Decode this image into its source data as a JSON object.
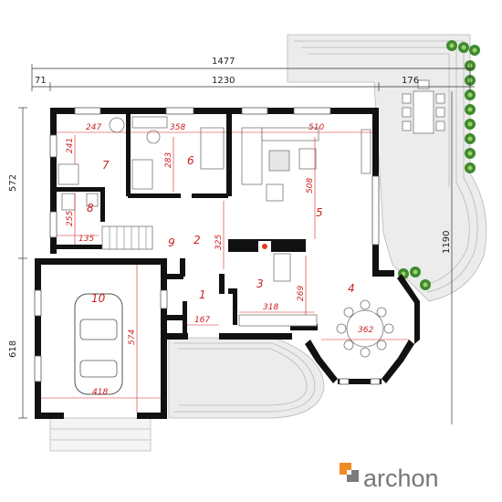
{
  "overall_dims": {
    "top_total": "1477",
    "top_left": "71",
    "top_main": "1230",
    "top_right": "176",
    "left_top": "572",
    "left_bottom": "618",
    "right": "1190"
  },
  "rooms": [
    {
      "number": "1"
    },
    {
      "number": "2"
    },
    {
      "number": "3"
    },
    {
      "number": "4"
    },
    {
      "number": "5"
    },
    {
      "number": "6"
    },
    {
      "number": "7"
    },
    {
      "number": "8"
    },
    {
      "number": "9"
    },
    {
      "number": "10"
    }
  ],
  "room_dims": {
    "d247": "247",
    "d241": "241",
    "d358": "358",
    "d283": "283",
    "d510": "510",
    "d508": "508",
    "d255": "255",
    "d135": "135",
    "d325": "325",
    "d269": "269",
    "d318": "318",
    "d362": "362",
    "d167": "167",
    "d574": "574",
    "d418": "418"
  },
  "brand": {
    "name": "archon",
    "colors": {
      "logo_orange": "#f08a24",
      "logo_grey": "#7a7a7a"
    }
  }
}
